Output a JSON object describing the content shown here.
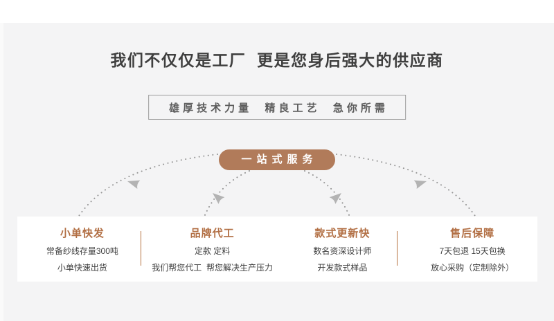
{
  "colors": {
    "background": "#f4f4f5",
    "panel": "#ffffff",
    "accent_heading": "#b26f44",
    "button": "#b17b5a",
    "divider": "#b5713e",
    "dots": "#969696",
    "arrow": "#b3b3b3"
  },
  "header": {
    "title": "我们不仅仅是工厂  更是您身后强大的供应商",
    "slogan": "雄厚技术力量  精良工艺  急你所需"
  },
  "service_button": {
    "label": "一站式服务"
  },
  "features": [
    {
      "title": "小单快发",
      "lines": [
        "常备纱线存量300吨",
        "小单快速出货"
      ]
    },
    {
      "title": "品牌代工",
      "lines": [
        "定款 定料",
        "我们帮您代工  帮您解决生产压力"
      ]
    },
    {
      "title": "款式更新快",
      "lines": [
        "数名资深设计师",
        "开发款式样品"
      ]
    },
    {
      "title": "售后保障",
      "lines": [
        "7天包退 15天包换",
        "放心采购（定制除外）"
      ]
    }
  ]
}
